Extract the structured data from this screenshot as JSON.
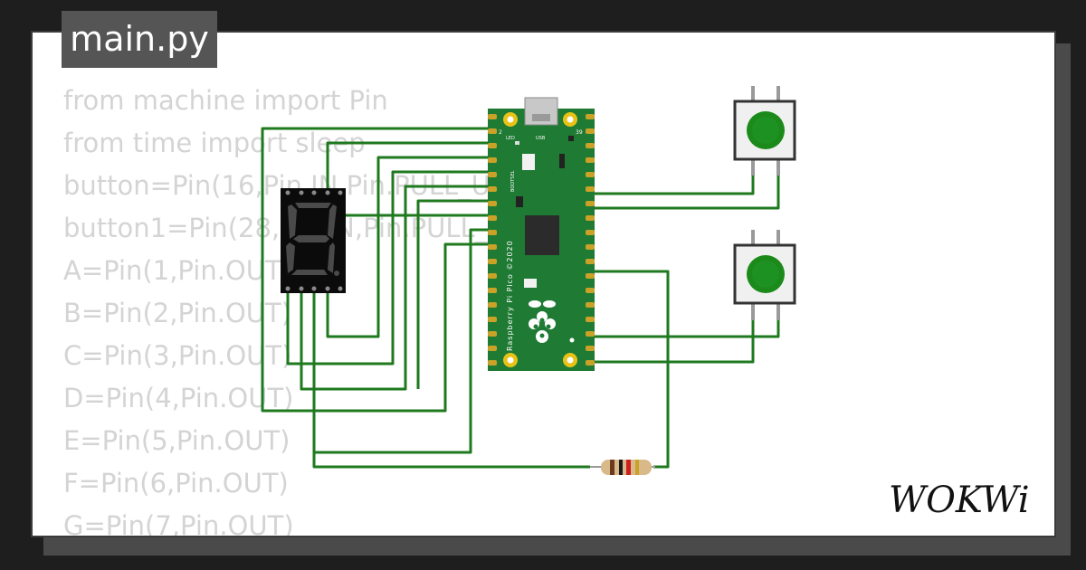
{
  "file_tab": {
    "label": "main.py"
  },
  "code_lines": [
    "from machine import Pin",
    "from time import sleep",
    "button=Pin(16,Pin.IN,Pin.PULL_UP)",
    "button1=Pin(28,Pin.IN,Pin.PULL_UP)",
    "A=Pin(1,Pin.OUT)",
    "B=Pin(2,Pin.OUT)",
    "C=Pin(3,Pin.OUT)",
    "D=Pin(4,Pin.OUT)",
    "E=Pin(5,Pin.OUT)",
    "F=Pin(6,Pin.OUT)",
    "G=Pin(7,Pin.OUT)"
  ],
  "pico": {
    "pin_label_2": "2",
    "pin_label_39": "39",
    "led_label": "LED",
    "usb_label": "USB",
    "bootsel_label": "BOOTSEL",
    "silkscreen": "Raspberry Pi Pico ©2020"
  },
  "colors": {
    "wire": "#1f7a1f",
    "board": "#1f7a34",
    "button_cap": "#1b8a1b",
    "code_text": "#d4d4d4",
    "tab_bg": "#555555"
  },
  "logo": {
    "text": "WOKWi"
  }
}
